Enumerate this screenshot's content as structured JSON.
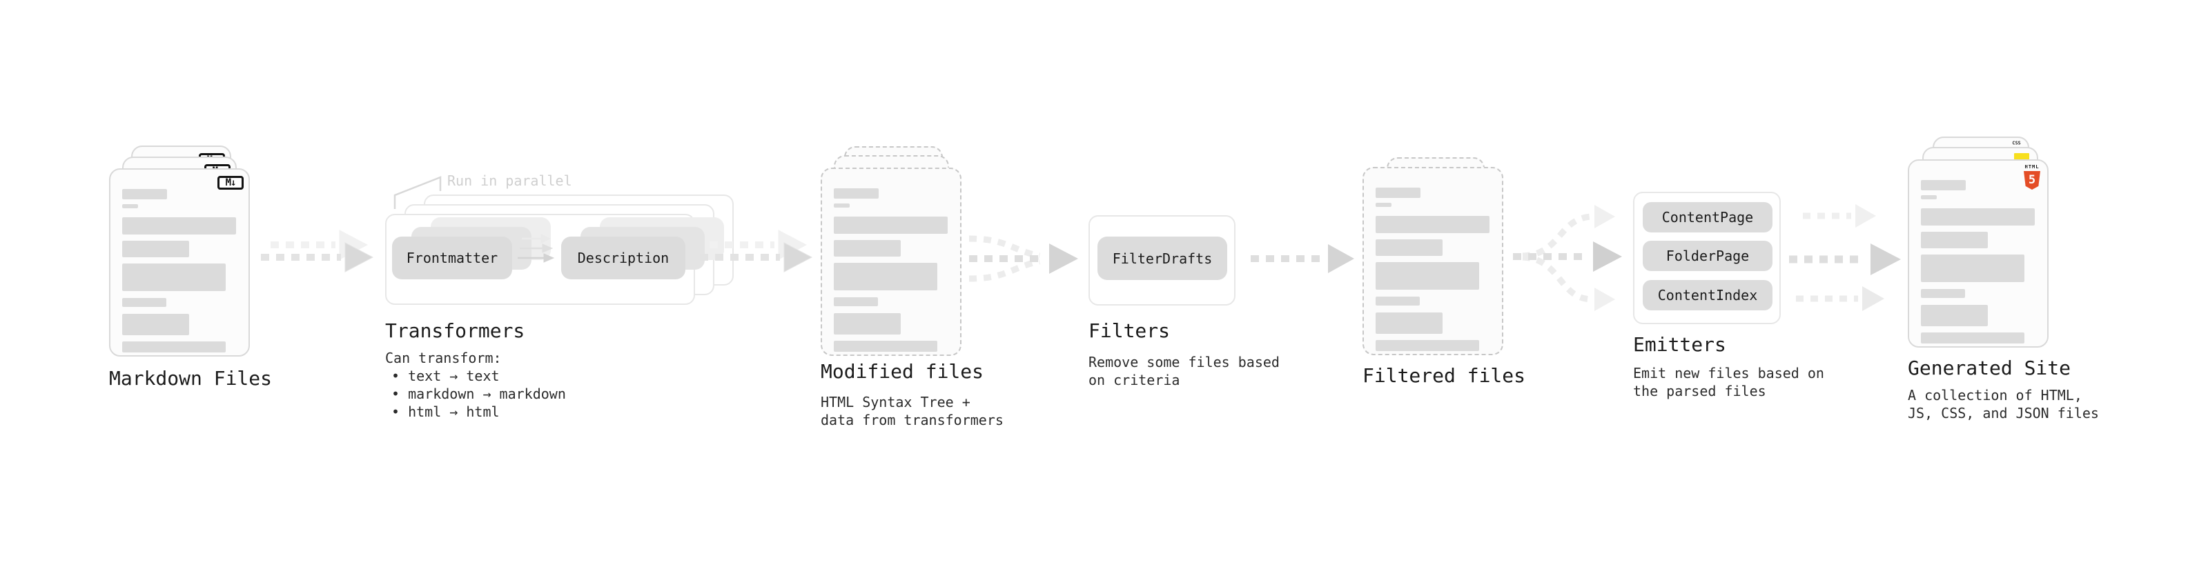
{
  "stages": {
    "markdown": {
      "title": "Markdown Files",
      "badge_icon": "M↓"
    },
    "transformers": {
      "title": "Transformers",
      "callout": "Run in parallel",
      "chips": {
        "frontmatter": "Frontmatter",
        "description": "Description"
      },
      "desc_heading": "Can transform:",
      "bullets": [
        "• text → text",
        "• markdown → markdown",
        "• html → html"
      ]
    },
    "modified": {
      "title": "Modified files",
      "desc": [
        "HTML Syntax Tree +",
        "data from transformers"
      ]
    },
    "filters": {
      "title": "Filters",
      "chips": {
        "filter_drafts": "FilterDrafts"
      },
      "desc": [
        "Remove some files based",
        "on criteria"
      ]
    },
    "filtered": {
      "title": "Filtered files"
    },
    "emitters": {
      "title": "Emitters",
      "chips": {
        "content_page": "ContentPage",
        "folder_page": "FolderPage",
        "content_index": "ContentIndex"
      },
      "desc": [
        "Emit new files based on",
        "the parsed files"
      ]
    },
    "generated": {
      "title": "Generated Site",
      "desc": [
        "A collection of HTML,",
        "JS, CSS, and JSON files"
      ],
      "badges": {
        "css_label": "CSS",
        "html_label": "HTML",
        "html_number": "5"
      }
    }
  },
  "colors": {
    "css_blue": "#2965f1",
    "js_yellow": "#f7df1e",
    "html_orange": "#e44d26"
  }
}
